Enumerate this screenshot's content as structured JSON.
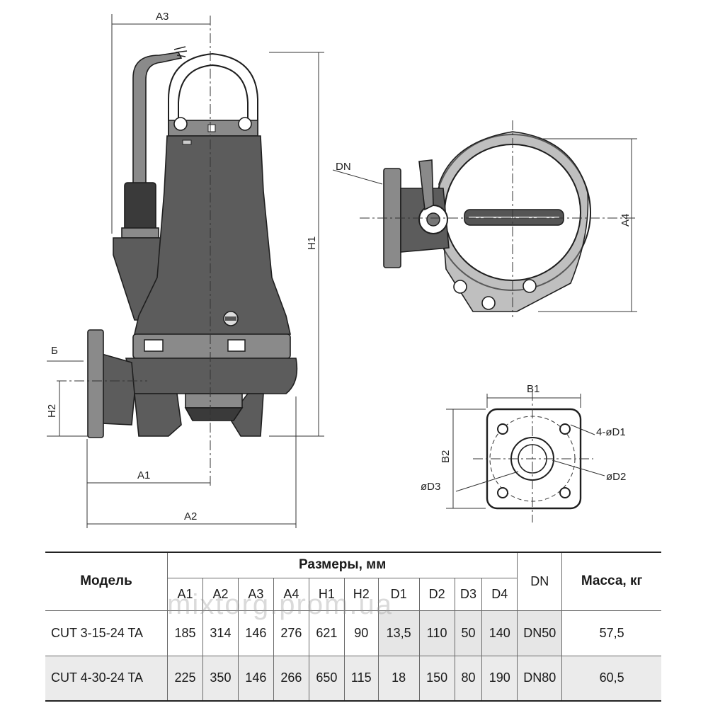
{
  "drawing": {
    "labels": {
      "a1": "A1",
      "a2": "A2",
      "a3": "A3",
      "a4": "A4",
      "h1": "H1",
      "h2": "H2",
      "b": "Б",
      "dn": "DN",
      "b1": "B1",
      "b2": "B2",
      "d1": "4-øD1",
      "d2": "øD2",
      "d3": "øD3"
    }
  },
  "table": {
    "header": {
      "model": "Модель",
      "dimensions": "Размеры, мм",
      "dn": "DN",
      "mass": "Масса, кг",
      "columns": [
        "A1",
        "A2",
        "A3",
        "A4",
        "H1",
        "H2",
        "D1",
        "D2",
        "D3",
        "D4"
      ]
    },
    "rows": [
      {
        "model": "CUT 3-15-24 TA",
        "values": [
          "185",
          "314",
          "146",
          "276",
          "621",
          "90",
          "13,5",
          "110",
          "50",
          "140"
        ],
        "dn": "DN50",
        "mass": "57,5"
      },
      {
        "model": "CUT 4-30-24 TA",
        "values": [
          "225",
          "350",
          "146",
          "266",
          "650",
          "115",
          "18",
          "150",
          "80",
          "190"
        ],
        "dn": "DN80",
        "mass": "60,5"
      }
    ]
  },
  "watermark": "mixtorg.prom.ua"
}
